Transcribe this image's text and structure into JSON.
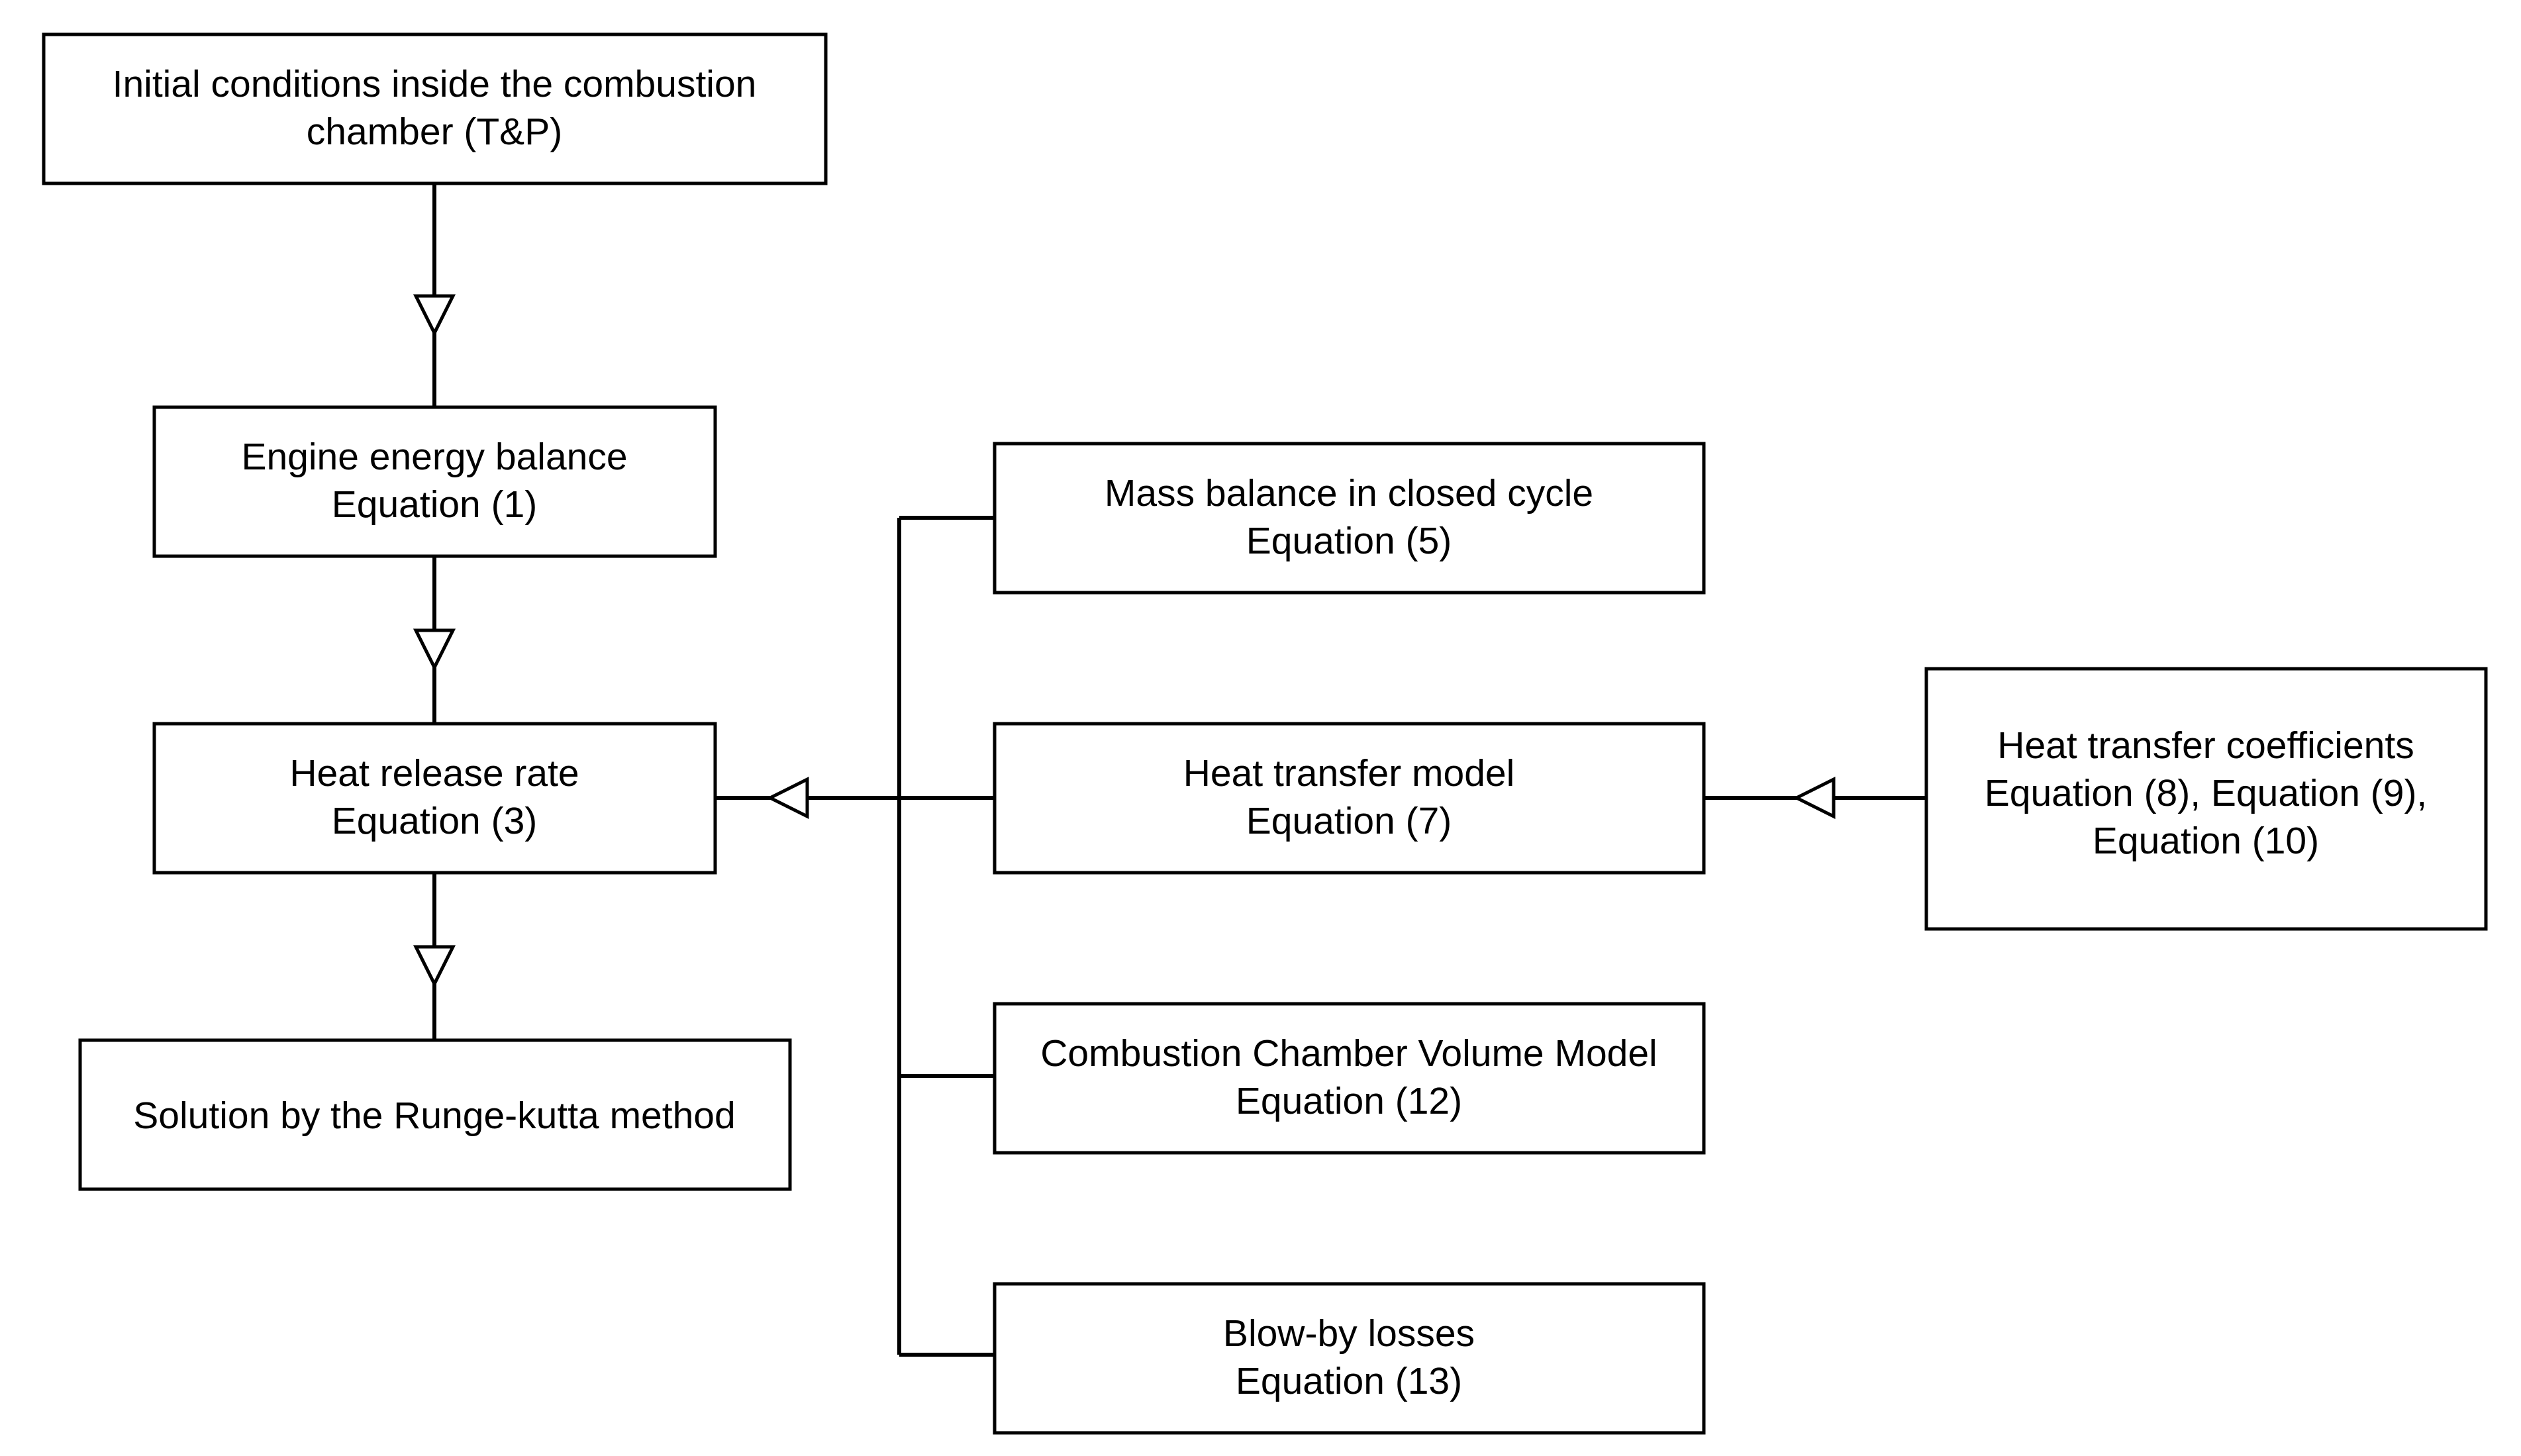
{
  "nodes": {
    "initial_conditions": {
      "lines": [
        "Initial conditions inside the combustion",
        "chamber (T&P)"
      ]
    },
    "energy_balance": {
      "lines": [
        "Engine energy balance",
        "Equation (1)"
      ]
    },
    "heat_release": {
      "lines": [
        "Heat release rate",
        "Equation (3)"
      ]
    },
    "runge_kutta": {
      "lines": [
        "Solution by the Runge-kutta method"
      ]
    },
    "mass_balance": {
      "lines": [
        "Mass balance in closed cycle",
        "Equation (5)"
      ]
    },
    "heat_transfer_model": {
      "lines": [
        "Heat transfer model",
        "Equation (7)"
      ]
    },
    "volume_model": {
      "lines": [
        "Combustion Chamber Volume Model",
        "Equation (12)"
      ]
    },
    "blow_by": {
      "lines": [
        "Blow-by losses",
        "Equation (13)"
      ]
    },
    "heat_transfer_coefficients": {
      "lines": [
        "Heat transfer coefficients",
        "Equation (8), Equation (9),",
        "Equation (10)"
      ]
    }
  },
  "edges": [
    {
      "from": "initial_conditions",
      "to": "energy_balance"
    },
    {
      "from": "energy_balance",
      "to": "heat_release"
    },
    {
      "from": "heat_release",
      "to": "runge_kutta"
    },
    {
      "from": "mass_balance",
      "to": "heat_release"
    },
    {
      "from": "heat_transfer_model",
      "to": "heat_release"
    },
    {
      "from": "volume_model",
      "to": "heat_release"
    },
    {
      "from": "blow_by",
      "to": "heat_release"
    },
    {
      "from": "heat_transfer_coefficients",
      "to": "heat_transfer_model"
    }
  ],
  "colors": {
    "stroke": "#000000",
    "background": "#ffffff"
  }
}
